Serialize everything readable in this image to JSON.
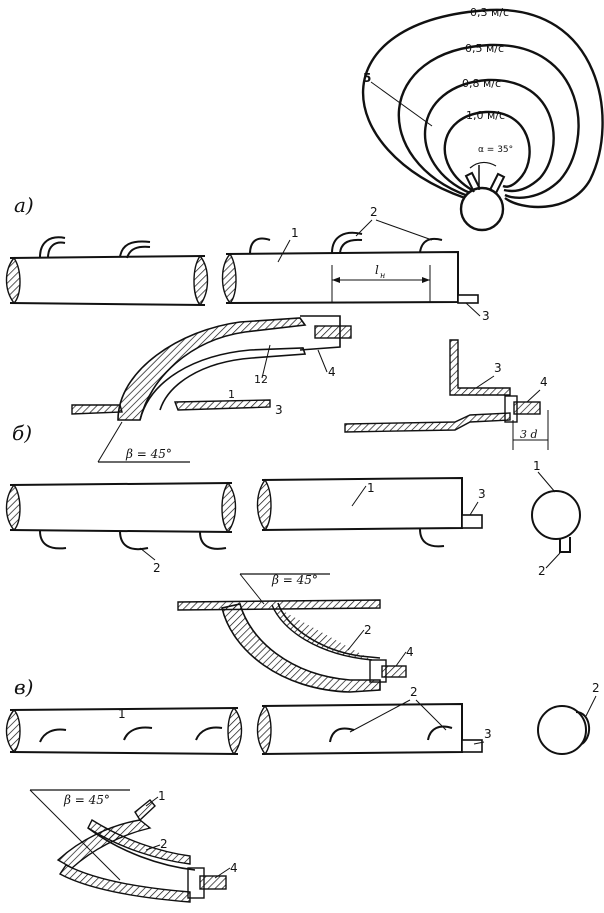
{
  "contours": {
    "v03": "0,3 м/с",
    "v05": "0,5 м/с",
    "v08": "0,8 м/с",
    "v10": "1,0 м/с",
    "alpha": "α = 35°",
    "label5": "5"
  },
  "sections": {
    "a": "а)",
    "b": "б)",
    "v": "в)"
  },
  "labels": {
    "n1": "1",
    "n2": "2",
    "n3": "3",
    "n4": "4",
    "n12": "12",
    "ln": "l",
    "ln_sub": "н",
    "beta": "β = 45°",
    "three_d": "3 d"
  }
}
